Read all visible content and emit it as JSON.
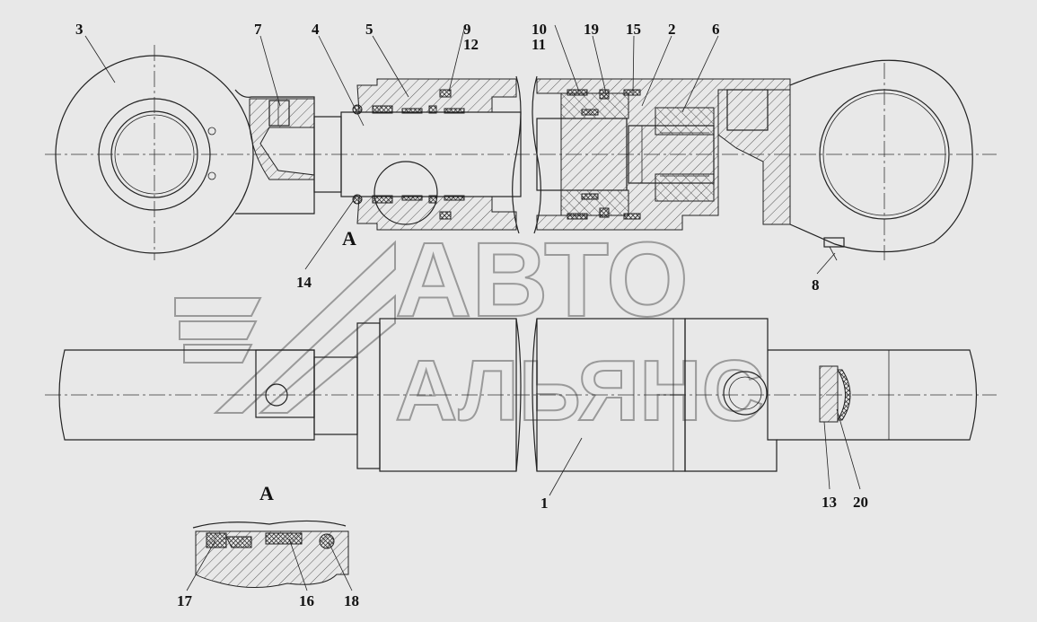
{
  "drawing": {
    "callouts": [
      {
        "id": "c3",
        "text": "3"
      },
      {
        "id": "c7",
        "text": "7"
      },
      {
        "id": "c4",
        "text": "4"
      },
      {
        "id": "c5",
        "text": "5"
      },
      {
        "id": "c9",
        "text": "9"
      },
      {
        "id": "c12",
        "text": "12"
      },
      {
        "id": "c10",
        "text": "10"
      },
      {
        "id": "c11",
        "text": "11"
      },
      {
        "id": "c19",
        "text": "19"
      },
      {
        "id": "c15",
        "text": "15"
      },
      {
        "id": "c2",
        "text": "2"
      },
      {
        "id": "c6",
        "text": "6"
      },
      {
        "id": "c14",
        "text": "14"
      },
      {
        "id": "c8",
        "text": "8"
      },
      {
        "id": "c1",
        "text": "1"
      },
      {
        "id": "c13",
        "text": "13"
      },
      {
        "id": "c20",
        "text": "20"
      },
      {
        "id": "c17",
        "text": "17"
      },
      {
        "id": "c16",
        "text": "16"
      },
      {
        "id": "c18",
        "text": "18"
      }
    ],
    "section_marker": "А",
    "detail_title": "А"
  },
  "watermark": {
    "line1": "АВТО",
    "line2": "АЛЬЯНС"
  }
}
